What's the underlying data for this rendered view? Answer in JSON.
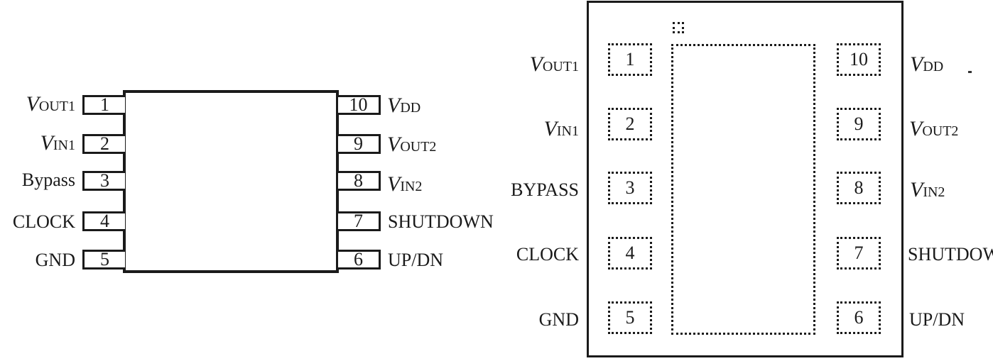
{
  "left_package": {
    "pins": [
      {
        "num": "1",
        "main": "V",
        "sub": "OUT1"
      },
      {
        "num": "2",
        "main": "V",
        "sub": "IN1"
      },
      {
        "num": "3",
        "main": "Bypass",
        "sub": ""
      },
      {
        "num": "4",
        "main": "CLOCK",
        "sub": ""
      },
      {
        "num": "5",
        "main": "GND",
        "sub": ""
      },
      {
        "num": "6",
        "main": "UP/DN",
        "sub": ""
      },
      {
        "num": "7",
        "main": "SHUTDOWN",
        "sub": ""
      },
      {
        "num": "8",
        "main": "V",
        "sub": "IN2"
      },
      {
        "num": "9",
        "main": "V",
        "sub": "OUT2"
      },
      {
        "num": "10",
        "main": "V",
        "sub": "DD"
      }
    ]
  },
  "right_package": {
    "pins": [
      {
        "num": "1",
        "main": "V",
        "sub": "OUT1"
      },
      {
        "num": "2",
        "main": "V",
        "sub": "IN1"
      },
      {
        "num": "3",
        "main": "BYPASS",
        "sub": ""
      },
      {
        "num": "4",
        "main": "CLOCK",
        "sub": ""
      },
      {
        "num": "5",
        "main": "GND",
        "sub": ""
      },
      {
        "num": "6",
        "main": "UP/DN",
        "sub": ""
      },
      {
        "num": "7",
        "main": "SHUTDOWN",
        "sub": ""
      },
      {
        "num": "8",
        "main": "V",
        "sub": "IN2"
      },
      {
        "num": "9",
        "main": "V",
        "sub": "OUT2"
      },
      {
        "num": "10",
        "main": "V",
        "sub": "DD"
      }
    ]
  }
}
